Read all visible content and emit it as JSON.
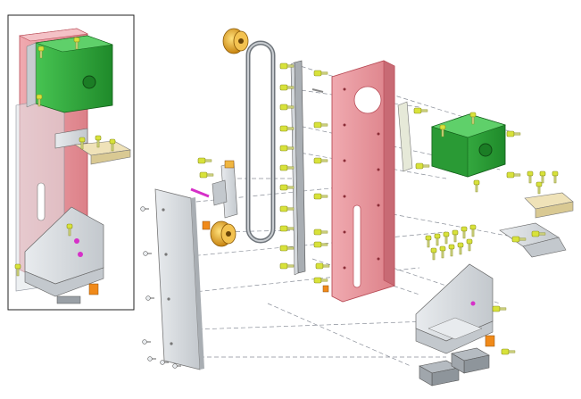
{
  "diagram": {
    "type": "exploded-assembly-view",
    "background_color": "#ffffff",
    "inset_view": {
      "kind": "assembled-view",
      "frame": true
    },
    "colors": {
      "red_plate": "#e89aa0",
      "red_plate_edge": "#b84a55",
      "motor_green": "#2fae3a",
      "motor_green_dark": "#1b7d25",
      "bolt_yellow": "#d8e23a",
      "pulley_gold": "#e0a020",
      "aluminum": "#d4d8dc",
      "aluminum_dark": "#9aa0a6",
      "dashed_line": "#8a8f99",
      "magenta_pin": "#d630c8",
      "orange_nut": "#f08a1a"
    },
    "parts": [
      {
        "name": "motor-mount-plate",
        "color": "red_plate"
      },
      {
        "name": "stepper-motor",
        "color": "motor_green"
      },
      {
        "name": "timing-belt",
        "color": "aluminum_dark"
      },
      {
        "name": "drive-pulley",
        "color": "pulley_gold"
      },
      {
        "name": "idler-pulley",
        "color": "pulley_gold"
      },
      {
        "name": "linear-rail",
        "color": "aluminum_dark"
      },
      {
        "name": "back-cover-plate",
        "color": "aluminum"
      },
      {
        "name": "corner-bracket",
        "color": "aluminum"
      },
      {
        "name": "slider-blocks",
        "color": "aluminum_dark"
      },
      {
        "name": "belt-clamp",
        "color": "aluminum"
      },
      {
        "name": "motor-spacer",
        "color": "aluminum"
      },
      {
        "name": "cap-screws",
        "color": "bolt_yellow"
      }
    ]
  }
}
